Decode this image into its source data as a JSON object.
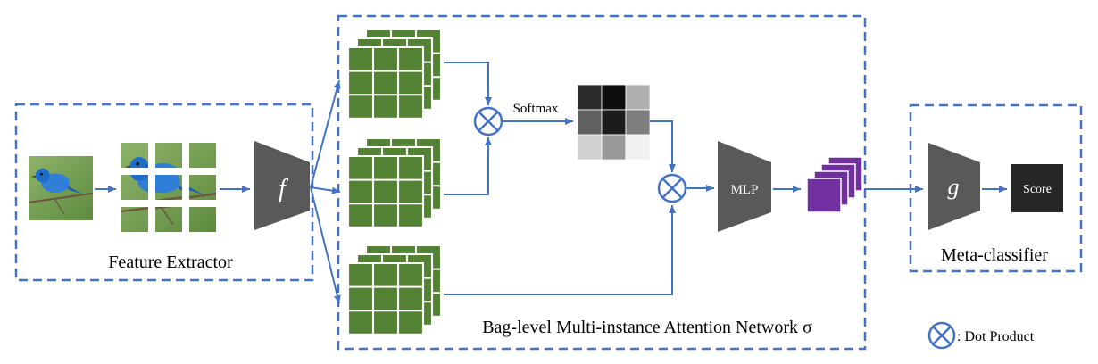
{
  "labels": {
    "feature_extractor": "Feature Extractor",
    "attention_network": "Bag-level Multi-instance Attention Network σ",
    "meta_classifier": "Meta-classifier",
    "softmax": "Softmax",
    "mlp": "MLP",
    "score": "Score",
    "f_symbol": "f",
    "g_symbol": "g",
    "legend_dot_product": ": Dot Product"
  },
  "attention_map": {
    "grays": [
      "#2b2b2b",
      "#0e0e0e",
      "#b0b0b0",
      "#606060",
      "#1c1c1c",
      "#7e7e7e",
      "#d0d0d0",
      "#999999",
      "#f1f1f1"
    ]
  },
  "colors": {
    "box_border": "#4472c4",
    "arrow": "#4472c4",
    "feature_green": "#548235",
    "trapezoid": "#595959",
    "purple": "#7030a0",
    "score_box": "#262626"
  }
}
